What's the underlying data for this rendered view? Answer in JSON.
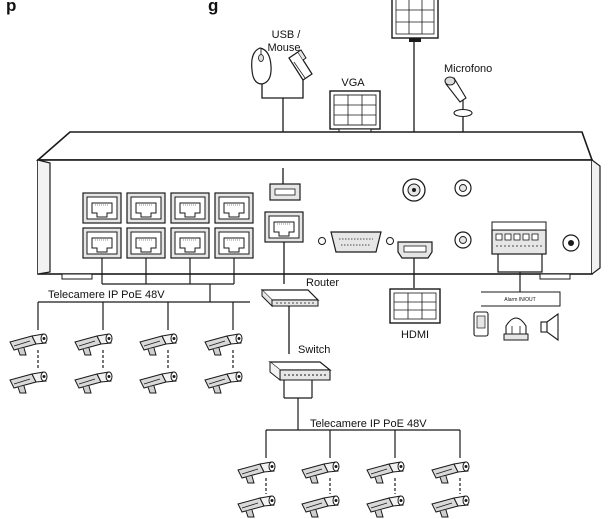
{
  "diagram": {
    "title_fragment": "p",
    "title_fragment_right": "g",
    "labels": {
      "usb_mouse_line1": "USB /",
      "usb_mouse_line2": "Mouse",
      "vga": "VGA",
      "microfono": "Microfono",
      "telecamere_top": "Telecamere IP PoE 48V",
      "router": "Router",
      "switch": "Switch",
      "hdmi": "HDMI",
      "alarm_in_out": "Alarm IN/OUT",
      "telecamere_bottom": "Telecamere IP PoE 48V"
    }
  },
  "colors": {
    "line": "#1a1a1a",
    "device_fill": "#ffffff",
    "port_fill": "#e6e6e6",
    "camera_fill": "#d9d9d9"
  },
  "icons": {
    "camera": "bullet-camera-icon",
    "monitor": "monitor-icon",
    "mouse": "mouse-icon",
    "usb": "usb-stick-icon",
    "microphone": "microphone-icon",
    "router": "router-icon",
    "switch": "switch-icon",
    "alarm_sensor": "alarm-sensor-icon",
    "siren": "siren-icon",
    "speaker": "speaker-icon"
  }
}
